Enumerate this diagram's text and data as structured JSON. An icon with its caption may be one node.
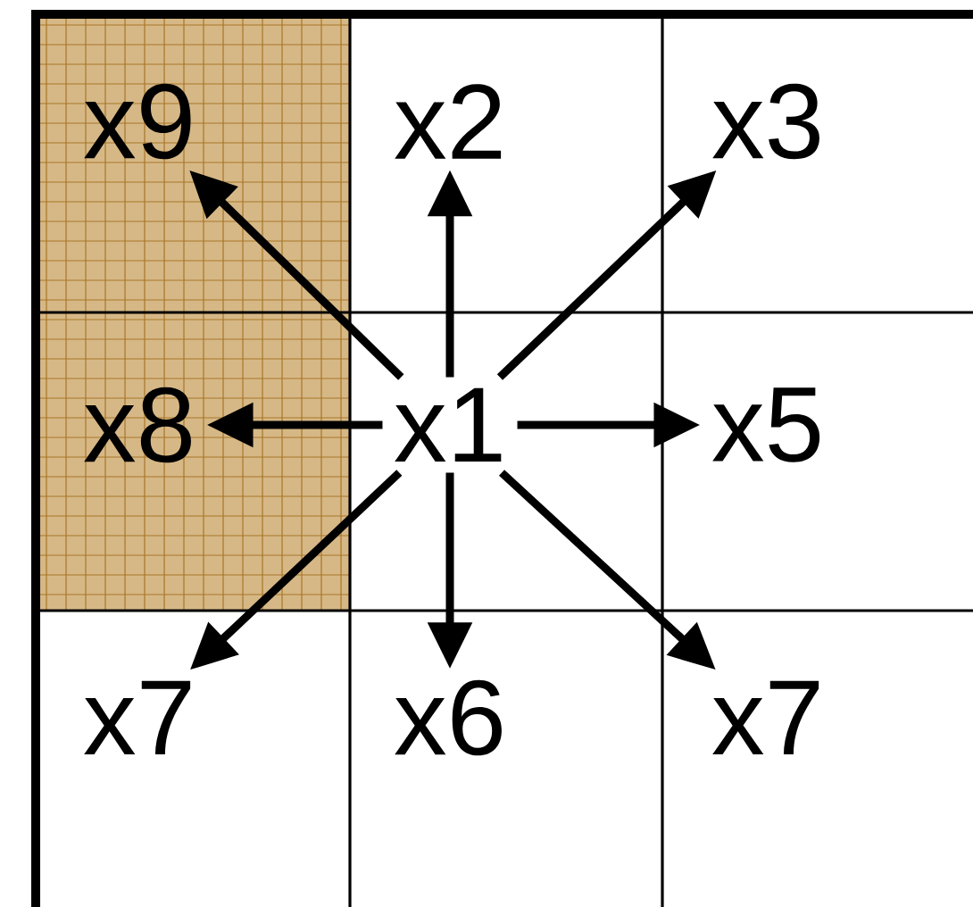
{
  "diagram": {
    "nodes": [
      {
        "text": [
          "x9"
        ]
      },
      {
        "text": [
          "x2"
        ]
      },
      {
        "text": [
          "x3"
        ]
      },
      {
        "text": [
          "x8"
        ]
      },
      {
        "text": [
          "x1"
        ]
      },
      {
        "text": [
          "x5"
        ]
      },
      {
        "text": [
          "x7"
        ]
      },
      {
        "text": [
          "x6"
        ]
      },
      {
        "text": [
          "x7"
        ]
      }
    ],
    "edges": [
      {
        "from": 4,
        "to": 0,
        "arrow": "to"
      },
      {
        "from": 4,
        "to": 1,
        "arrow": "to"
      },
      {
        "from": 4,
        "to": 2,
        "arrow": "to"
      },
      {
        "from": 4,
        "to": 3,
        "arrow": "to"
      },
      {
        "from": 4,
        "to": 5,
        "arrow": "to"
      },
      {
        "from": 4,
        "to": 6,
        "arrow": "to"
      },
      {
        "from": 4,
        "to": 7,
        "arrow": "to"
      },
      {
        "from": 4,
        "to": 8,
        "arrow": "to"
      }
    ]
  }
}
